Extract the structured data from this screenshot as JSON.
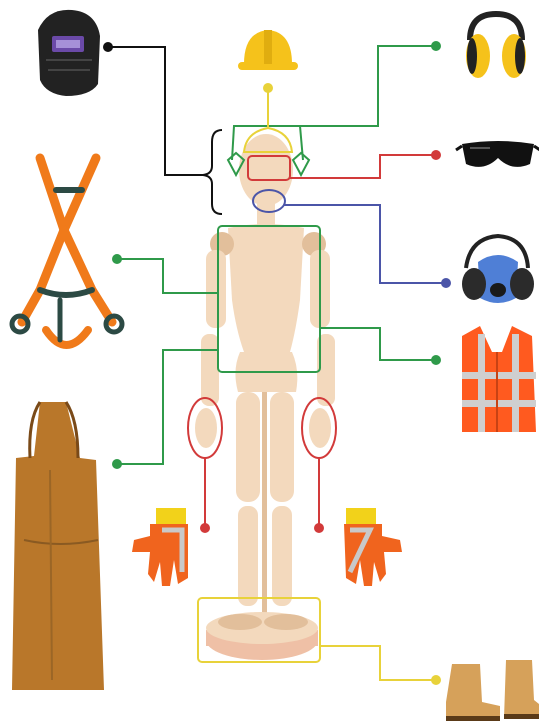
{
  "colors": {
    "black": "#111111",
    "green": "#2f9a4a",
    "red": "#d23a3a",
    "blue": "#4b55a8",
    "yellow": "#e8d23a",
    "skin": "#f3d9bd",
    "skin_shade": "#e2bf9b",
    "base": "#efc0a6",
    "orange": "#f07a1a",
    "leather": "#b9772a",
    "hi_vis": "#ff5a1f",
    "hi_vis_stripe": "#cfcfcf",
    "helmet": "#f5c21b",
    "glove_grey": "#c7c7c7",
    "glove_orange": "#f0641e",
    "glove_yellow": "#f2d21a",
    "boot": "#d6a15a",
    "dark": "#222222"
  },
  "items": [
    {
      "name": "welding-helmet",
      "color_key": "black"
    },
    {
      "name": "hard-hat",
      "color_key": "yellow"
    },
    {
      "name": "ear-defenders",
      "color_key": "green"
    },
    {
      "name": "safety-glasses",
      "color_key": "red"
    },
    {
      "name": "respirator",
      "color_key": "blue"
    },
    {
      "name": "safety-harness",
      "color_key": "green"
    },
    {
      "name": "hi-vis-vest",
      "color_key": "green"
    },
    {
      "name": "leather-apron",
      "color_key": "green"
    },
    {
      "name": "work-gloves",
      "color_key": "red"
    },
    {
      "name": "safety-boots",
      "color_key": "yellow"
    }
  ]
}
